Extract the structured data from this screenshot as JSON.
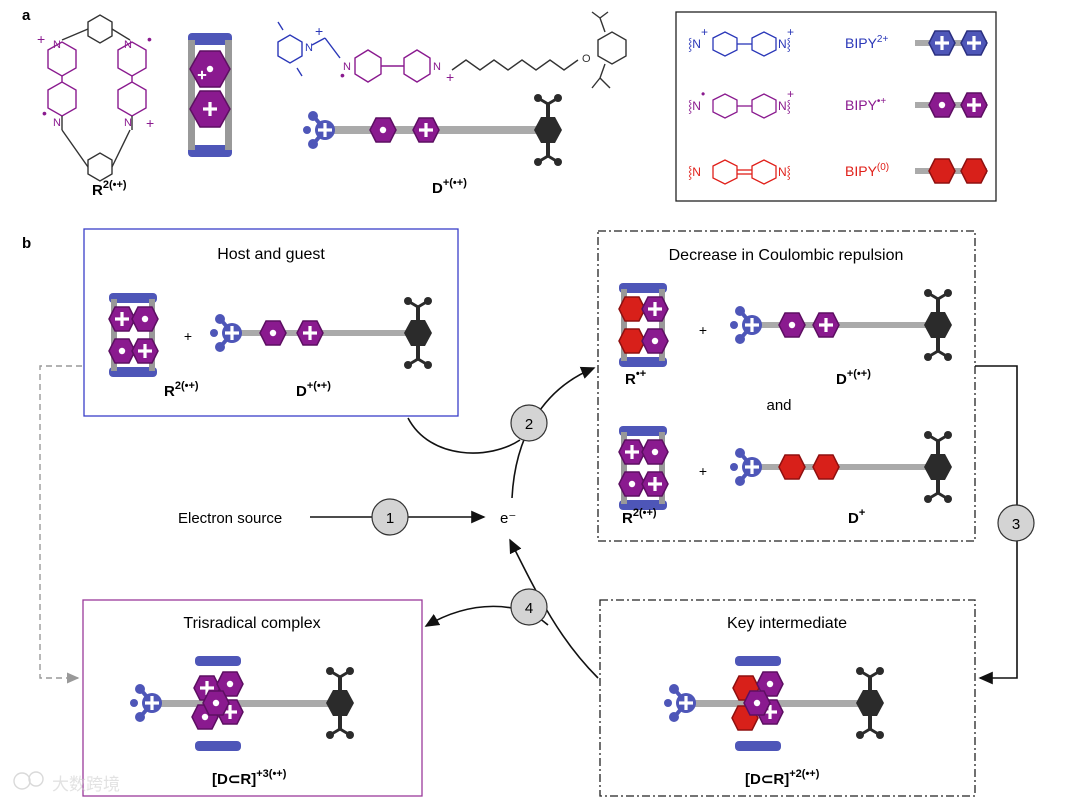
{
  "panel_a": {
    "label": "a",
    "ring_label": "R",
    "ring_label_sup": "2(•+)",
    "dumbbell_label": "D",
    "dumbbell_label_sup": "+(•+)",
    "legend": [
      {
        "name": "BIPY",
        "sup": "2+",
        "color": "#2a37b8"
      },
      {
        "name": "BIPY",
        "sup": "•+",
        "color": "#8a1a8f"
      },
      {
        "name": "BIPY",
        "sup": "(0)",
        "color": "#e0201a"
      }
    ]
  },
  "panel_b": {
    "label": "b",
    "boxes": {
      "host_guest": {
        "title": "Host and guest",
        "lbl1": "R",
        "lbl1_sup": "2(•+)",
        "lbl2": "D",
        "lbl2_sup": "+(•+)",
        "plus": "+"
      },
      "coulomb": {
        "title": "Decrease in Coulombic repulsion",
        "r1": "R",
        "r1_sup": "•+",
        "d1": "D",
        "d1_sup": "+(•+)",
        "and": "and",
        "r2": "R",
        "r2_sup": "2(•+)",
        "d2": "D",
        "d2_sup": "+",
        "plus": "+"
      },
      "trisradical": {
        "title": "Trisradical complex",
        "lbl": "[D⊂R]",
        "lbl_sup": "+3(•+)"
      },
      "key": {
        "title": "Key intermediate",
        "lbl": "[D⊂R]",
        "lbl_sup": "+2(•+)"
      }
    },
    "electron_source": "Electron source",
    "electron": "e⁻",
    "steps": [
      "1",
      "2",
      "3",
      "4"
    ]
  },
  "colors": {
    "blue": "#2a37b8",
    "purple": "#8a1a8f",
    "red": "#e0201a",
    "box_blue": "#3a3fc8",
    "box_purple": "#9a3a9a"
  },
  "watermark": "大数跨境"
}
